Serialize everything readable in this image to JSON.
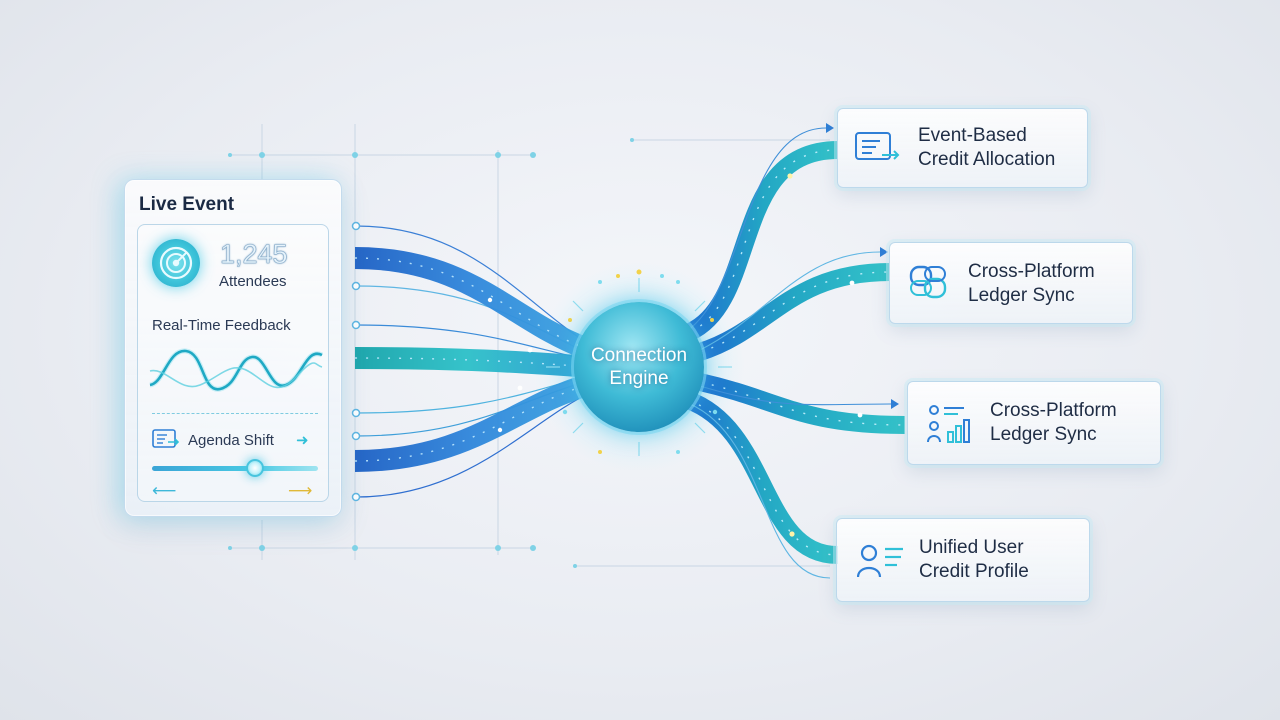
{
  "source": {
    "title": "Live Event",
    "attendee_count": "1,245",
    "attendee_label": "Attendees",
    "feedback_label": "Real-Time Feedback",
    "agenda_label": "Agenda Shift",
    "slider_level": 0.62
  },
  "engine": {
    "line1": "Connection",
    "line2": "Engine"
  },
  "outputs": [
    {
      "line1": "Event-Based",
      "line2": "Credit Allocation",
      "icon": "credit-card-transfer-icon"
    },
    {
      "line1": "Cross-Platform",
      "line2": "Ledger Sync",
      "icon": "linked-rings-icon"
    },
    {
      "line1": "Cross-Platform",
      "line2": "Ledger Sync",
      "icon": "user-list-chart-icon"
    },
    {
      "line1": "Unified User",
      "line2": "Credit Profile",
      "icon": "user-profile-icon"
    }
  ],
  "colors": {
    "blue": "#1f63c9",
    "teal": "#1eb0b4",
    "cyan": "#47c9e3",
    "background": "#e9ecf2"
  }
}
